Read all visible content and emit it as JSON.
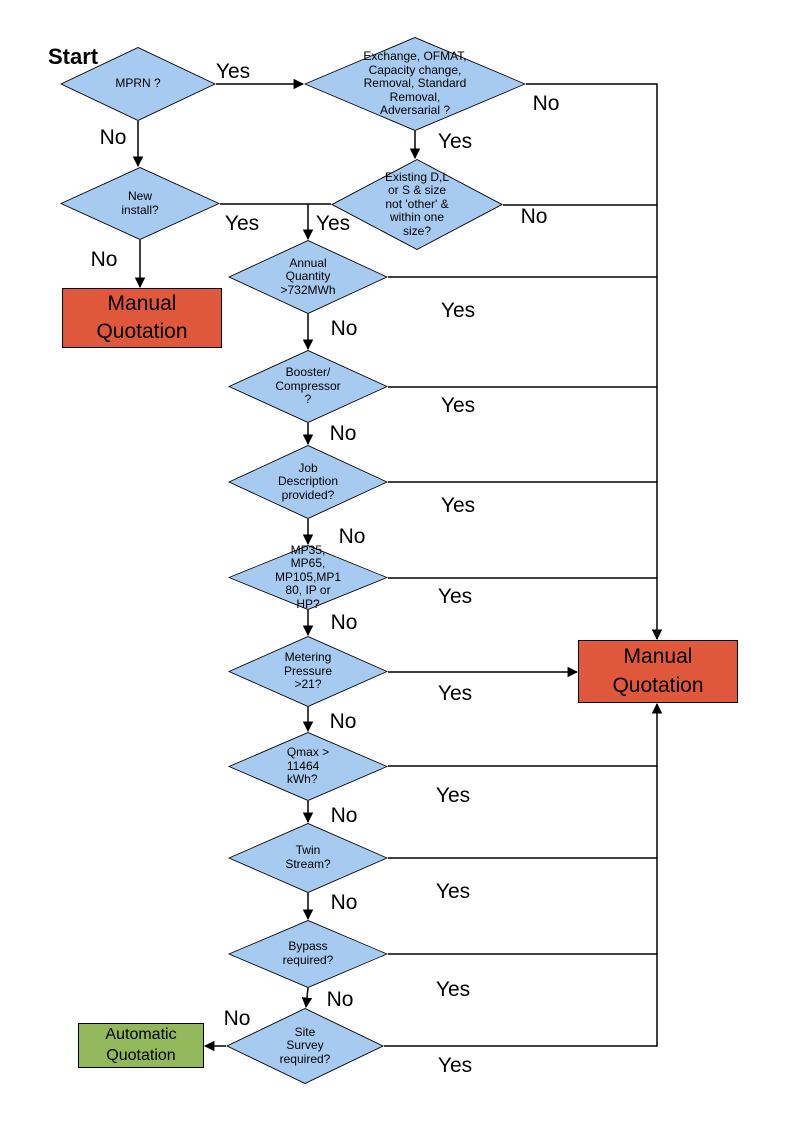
{
  "page": {
    "start_label": "Start"
  },
  "colors": {
    "decision_fill": "#A6CAF0",
    "manual_quotation_fill": "#E0583C",
    "automatic_quotation_fill": "#91B85A",
    "line_color": "#000000"
  },
  "nodes": {
    "mprn": "MPRN ?",
    "request_type": "Exchange, OFMAT,\nCapacity change,\nRemoval, Standard\nRemoval,\nAdversarial ?",
    "new_install": "New\ninstall?",
    "existing_size": "Existing D,L\nor S & size\nnot 'other' &\nwithin one\nsize?",
    "annual_quantity": "Annual\nQuantity\n>732MWh",
    "booster": "Booster/\nCompressor\n?",
    "job_description": "Job\nDescription\nprovided?",
    "mp_pressure_tier": "MP35,\nMP65,\nMP105,MP1\n80, IP or\nHP?",
    "metering_pressure": "Metering\nPressure\n>21?",
    "qmax": "Qmax >\n11464\nkWh?",
    "twin_stream": "Twin\nStream?",
    "bypass": "Bypass\nrequired?",
    "site_survey": "Site\nSurvey\nrequired?",
    "manual_quotation_left": "Manual\nQuotation",
    "manual_quotation_right": "Manual\nQuotation",
    "automatic_quotation": "Automatic\nQuotation"
  },
  "edge_labels": {
    "mprn_yes": "Yes",
    "mprn_no": "No",
    "request_type_yes": "Yes",
    "request_type_no": "No",
    "new_install_yes": "Yes",
    "new_install_no": "No",
    "existing_size_yes": "Yes",
    "existing_size_no": "No",
    "annual_quantity_yes": "Yes",
    "annual_quantity_no": "No",
    "booster_yes": "Yes",
    "booster_no": "No",
    "job_description_yes": "Yes",
    "job_description_no": "No",
    "mp_pressure_tier_yes": "Yes",
    "mp_pressure_tier_no": "No",
    "metering_pressure_yes": "Yes",
    "metering_pressure_no": "No",
    "qmax_yes": "Yes",
    "qmax_no": "No",
    "twin_stream_yes": "Yes",
    "twin_stream_no": "No",
    "bypass_yes": "Yes",
    "bypass_no": "No",
    "site_survey_yes": "Yes",
    "site_survey_no": "No"
  }
}
